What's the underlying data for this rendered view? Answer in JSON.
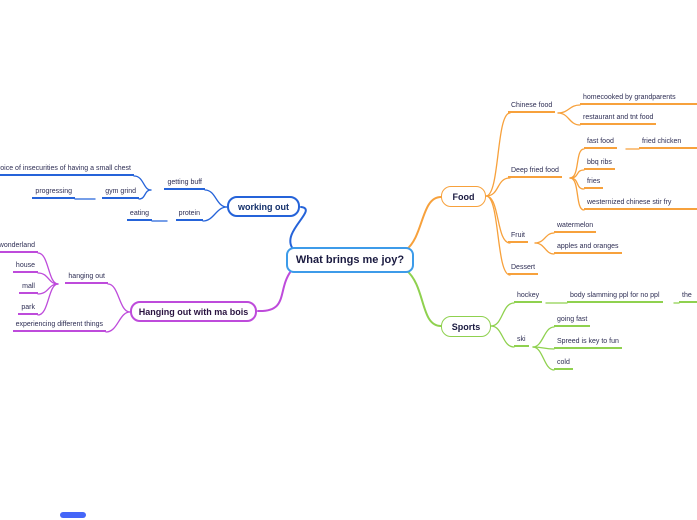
{
  "center": {
    "label": "What brings me joy?",
    "border_color": "#3D9BE9"
  },
  "branches": {
    "food": {
      "label": "Food",
      "color": "#F7A13C",
      "nodes": {
        "chinese": "Chinese food",
        "homecooked": "homecooked by grandparents",
        "restaurant": "restaurant and tnt food",
        "deep_fried": "Deep fried food",
        "fast_food": "fast food",
        "fried_chicken": "fried chicken",
        "bbq_ribs": "bbq ribs",
        "fries": "fries",
        "westernized": "westernized chinese stir fry",
        "fruit": "Fruit",
        "watermelon": "watermelon",
        "apples_oranges": "apples and oranges",
        "dessert": "Dessert"
      }
    },
    "sports": {
      "label": "Sports",
      "color": "#8FD14F",
      "nodes": {
        "hockey": "hockey",
        "body_slamming": "body slamming ppl for no ppl",
        "the_cutoff": "the",
        "ski": "ski",
        "going_fast": "going fast",
        "speed": "Spreed is key to fun",
        "cold": "cold"
      }
    },
    "working_out": {
      "label": "working out",
      "color": "#2563D9",
      "nodes": {
        "getting_buff": "getting buff",
        "gym_grind": "gym grind",
        "progressing": "progressing",
        "insecurities": "nner voice of insecurities of having a small chest",
        "protein": "protein",
        "eating": "eating"
      }
    },
    "hanging": {
      "label": "Hanging out with ma bois",
      "color": "#BE4BDB",
      "nodes": {
        "hanging_out": "hanging out",
        "wonderland": "wonderland",
        "house": "house",
        "mall": "mall",
        "park": "park",
        "experiencing": "experiencing different things"
      }
    }
  },
  "scrollbar_color": "#4566F8"
}
